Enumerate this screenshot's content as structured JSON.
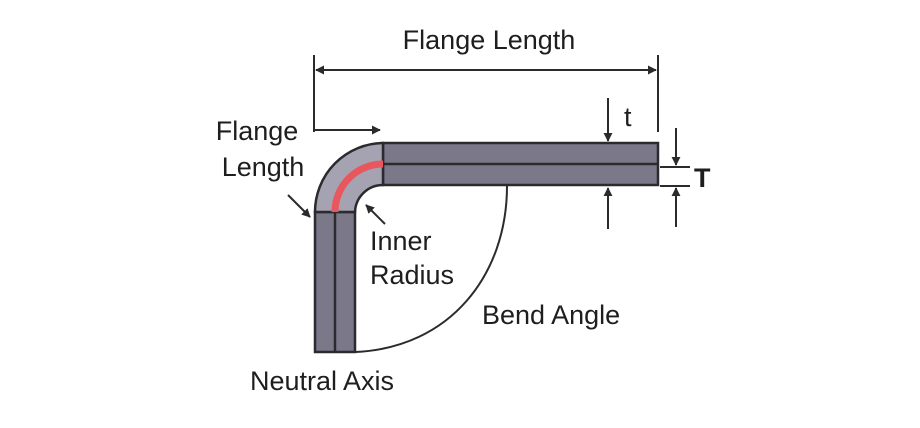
{
  "labels": {
    "flange_length_top": "Flange Length",
    "flange_length_side_line1": "Flange",
    "flange_length_side_line2": "Length",
    "thickness_small": "t",
    "thickness_large": "T",
    "inner_radius_line1": "Inner",
    "inner_radius_line2": "Radius",
    "bend_angle": "Bend Angle",
    "neutral_axis": "Neutral Axis"
  },
  "colors": {
    "metal_fill": "#7b7889",
    "metal_light": "#a5a2b2",
    "outline": "#2b2b2e",
    "neutral_axis_highlight": "#e8575d",
    "text": "#1e1e20"
  }
}
